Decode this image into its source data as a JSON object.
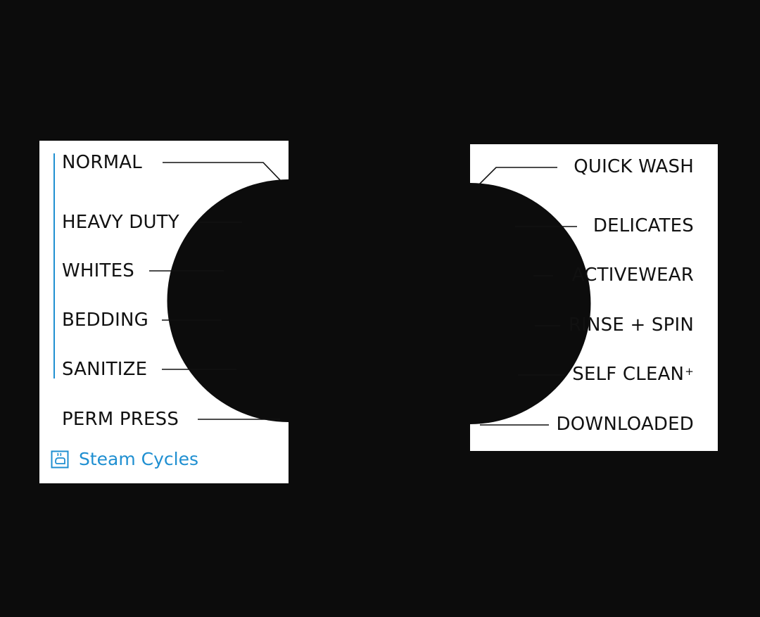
{
  "left_panel": {
    "cycles": [
      {
        "label": "NORMAL",
        "steam": true
      },
      {
        "label": "HEAVY DUTY",
        "steam": true
      },
      {
        "label": "WHITES",
        "steam": true
      },
      {
        "label": "BEDDING",
        "steam": true
      },
      {
        "label": "SANITIZE",
        "steam": true
      },
      {
        "label": "PERM PRESS",
        "steam": false
      }
    ],
    "steam_legend": {
      "label": "Steam Cycles",
      "icon": "steam-icon",
      "color": "#1f8fd1"
    }
  },
  "right_panel": {
    "cycles": [
      {
        "label": "QUICK WASH"
      },
      {
        "label": "DELICATES"
      },
      {
        "label": "ACTIVEWEAR"
      },
      {
        "label": "RINSE + SPIN"
      },
      {
        "label": "SELF CLEAN",
        "superscript": "+"
      },
      {
        "label": "DOWNLOADED"
      }
    ]
  },
  "colors": {
    "background": "#0c0c0c",
    "panel": "#ffffff",
    "text": "#111111",
    "accent": "#1f8fd1"
  }
}
